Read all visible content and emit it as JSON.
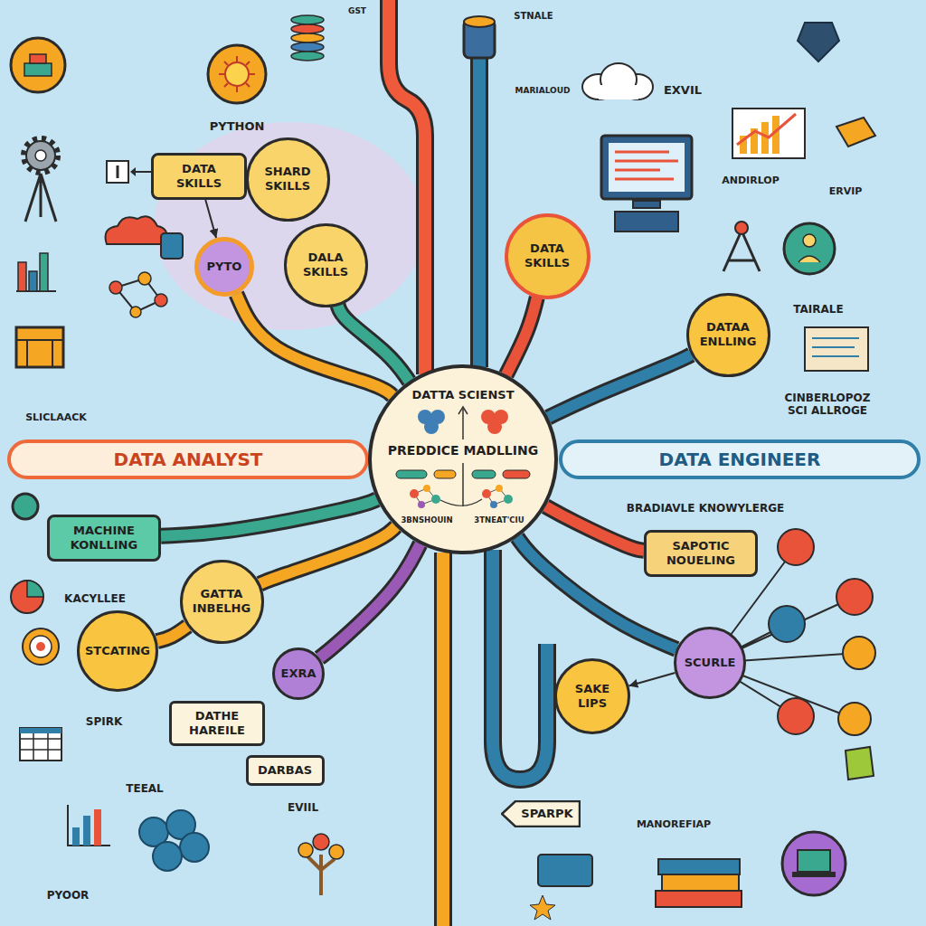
{
  "diagram": {
    "nodes": [
      {
        "text": [
          "DATA SKILLS"
        ]
      },
      {
        "text": [
          "SHARD SKILLS"
        ]
      },
      {
        "text": [
          "DATA SKILLS"
        ]
      },
      {
        "text": [
          "PYTO"
        ]
      },
      {
        "text": [
          "DALA SKILLS"
        ]
      },
      {
        "text": [
          "DATAA ENLLING"
        ]
      },
      {
        "text": [
          "DATA ANALYST"
        ]
      },
      {
        "text": [
          "DATTA SCIENST",
          "PREDDICE MADLLING",
          "3BNSHOUIN",
          "3TNEAT'CIU"
        ]
      },
      {
        "text": [
          "DATA ENGINEER"
        ]
      },
      {
        "text": [
          "MACHINE KONLLING"
        ]
      },
      {
        "text": [
          "SAPOTIC NOUELING"
        ]
      },
      {
        "text": [
          "GATTA INBELHG"
        ]
      },
      {
        "text": [
          "STCATING"
        ]
      },
      {
        "text": [
          "SCURLE"
        ]
      },
      {
        "text": [
          "EXRA"
        ]
      },
      {
        "text": [
          "SAKE LIPS"
        ]
      },
      {
        "text": [
          "DATHE HAREILE"
        ]
      },
      {
        "text": [
          "DARBAS"
        ]
      },
      {
        "text": [
          "SPARPK"
        ]
      }
    ],
    "edges": [
      {
        "from": 7,
        "to": 3,
        "arrow": "none"
      },
      {
        "from": 7,
        "to": 4,
        "arrow": "none"
      },
      {
        "from": 7,
        "to": 2,
        "arrow": "none"
      },
      {
        "from": 7,
        "to": 5,
        "arrow": "none"
      },
      {
        "from": 7,
        "to": 9,
        "arrow": "none"
      },
      {
        "from": 7,
        "to": 11,
        "arrow": "none"
      },
      {
        "from": 11,
        "to": 12,
        "arrow": "none"
      },
      {
        "from": 7,
        "to": 14,
        "arrow": "none"
      },
      {
        "from": 7,
        "to": 10,
        "arrow": "none"
      },
      {
        "from": 7,
        "to": 13,
        "arrow": "none"
      },
      {
        "from": 13,
        "to": 15,
        "arrow": "to"
      },
      {
        "from": 0,
        "to": 3,
        "arrow": "to"
      }
    ],
    "labels": [
      "GST",
      "STNALE",
      "PYTHON",
      "MARIALOUD",
      "EXVIL",
      "ANDIRLOP",
      "ERVIP",
      "TAIRALE",
      "CINBERLOPOZ SCI ALLROGE",
      "SLICLAACK",
      "BRADIAVLE KNOWYLERGE",
      "KACYLLEE",
      "SPIRK",
      "TEEAL",
      "MANOREFIAP",
      "EVIIL",
      "PYOOR"
    ]
  }
}
